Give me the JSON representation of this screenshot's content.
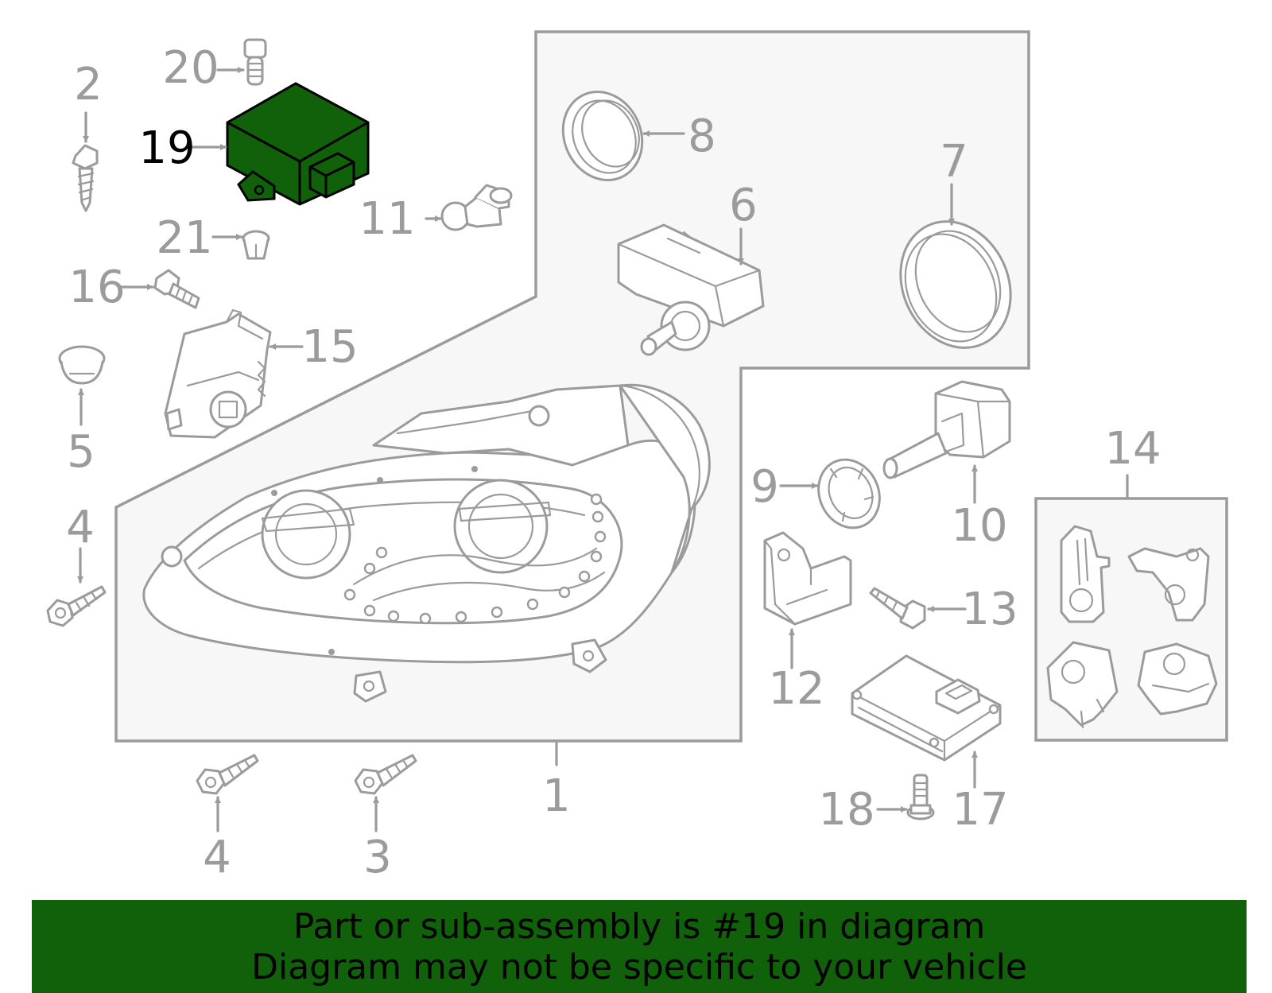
{
  "callouts": {
    "c1": "1",
    "c2": "2",
    "c3": "3",
    "c4a": "4",
    "c4b": "4",
    "c5": "5",
    "c6": "6",
    "c7": "7",
    "c8": "8",
    "c9": "9",
    "c10": "10",
    "c11": "11",
    "c12": "12",
    "c13": "13",
    "c14": "14",
    "c15": "15",
    "c16": "16",
    "c17": "17",
    "c18": "18",
    "c19": "19",
    "c20": "20",
    "c21": "21"
  },
  "highlighted_part": "19",
  "colors": {
    "highlight_fill": "#10610a",
    "banner_background": "#10610a",
    "line_gray": "#9b9b9b",
    "panel_fill": "#f7f7f7"
  },
  "banner": {
    "line1": "Part or sub-assembly is #19 in diagram",
    "line2": "Diagram may not be specific to your vehicle"
  }
}
